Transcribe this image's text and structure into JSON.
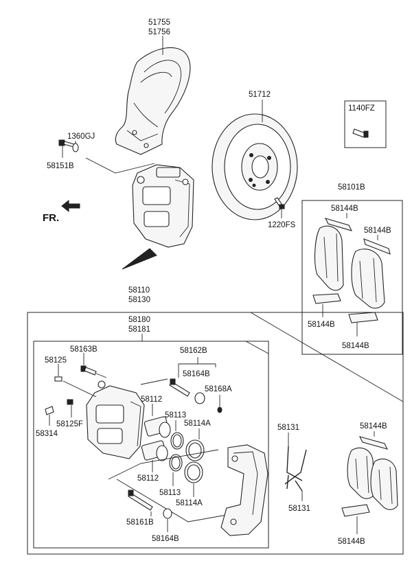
{
  "labels": {
    "dust_cover_a": "51755",
    "dust_cover_b": "51756",
    "disc": "51712",
    "screw_1140": "1140FZ",
    "screw_1360": "1360GJ",
    "bolt_58151": "58151B",
    "fr": "FR.",
    "screw_1220": "1220FS",
    "pad_kit": "58101B",
    "pad_spring_tl": "58144B",
    "pad_spring_tr": "58144B",
    "pad_spring_bl": "58144B",
    "pad_spring_br": "58144B",
    "caliper_a": "58110",
    "caliper_b": "58130",
    "caliper_body_a": "58180",
    "caliper_body_b": "58181",
    "bleeder_58163": "58163B",
    "guide_kit": "58162B",
    "cap_58125": "58125",
    "boot_58164_top": "58164B",
    "piston_top": "58112",
    "seal_58113_top": "58113",
    "boot_58168": "58168A",
    "seal_58114_top": "58114A",
    "cap_58125f": "58125F",
    "bleeder_58314": "58314",
    "piston_bottom": "58112",
    "seal_58113_bottom": "58113",
    "seal_58114_bottom": "58114A",
    "pin_58161": "58161B",
    "boot_58164_bottom": "58164B",
    "wire_top": "58131",
    "wire_bottom": "58131",
    "pad_spring_lower_top": "58144B",
    "pad_spring_lower_bottom": "58144B"
  }
}
